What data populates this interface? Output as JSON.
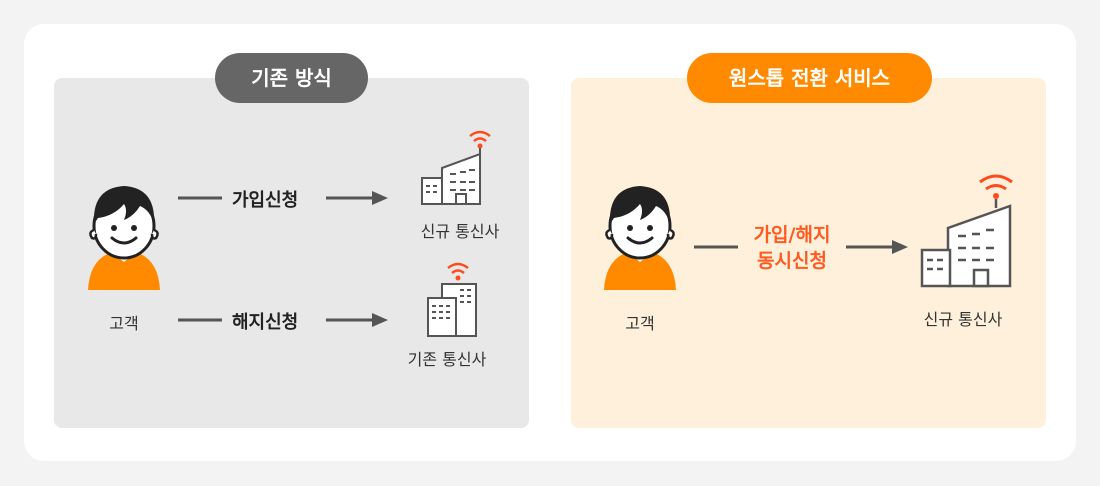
{
  "left": {
    "title": "기존 방식",
    "customer_label": "고객",
    "row1_label": "가입신청",
    "row1_target": "신규 통신사",
    "row2_label": "해지신청",
    "row2_target": "기존 통신사"
  },
  "right": {
    "title": "원스톱 전환 서비스",
    "customer_label": "고객",
    "action_line1": "가입/해지",
    "action_line2": "동시신청",
    "target": "신규 통신사"
  },
  "colors": {
    "orange": "#ff8a00",
    "signal": "#ff4a1c",
    "gray_pill": "#666666",
    "arrow": "#555555"
  }
}
